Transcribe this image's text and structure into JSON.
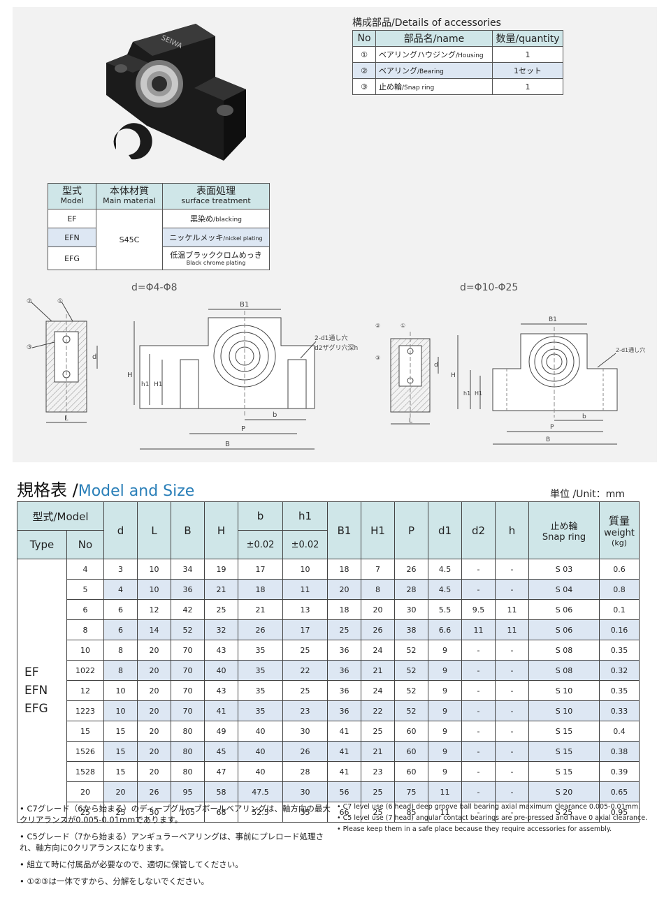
{
  "accessories": {
    "title": "構成部品/Details of accessories",
    "headers": [
      "No",
      "部品名/name",
      "数量/quantity"
    ],
    "rows": [
      {
        "no": "①",
        "name_jp": "ベアリングハウジング",
        "name_en": "/Housing",
        "qty": "1"
      },
      {
        "no": "②",
        "name_jp": "ベアリング",
        "name_en": "/Bearing",
        "qty": "1セット"
      },
      {
        "no": "③",
        "name_jp": "止め輪",
        "name_en": "/Snap ring",
        "qty": "1"
      }
    ]
  },
  "material": {
    "headers": [
      {
        "jp": "型式",
        "en": "Model"
      },
      {
        "jp": "本体材質",
        "en": "Main material"
      },
      {
        "jp": "表面処理",
        "en": "surface treatment"
      }
    ],
    "main_material": "S45C",
    "rows": [
      {
        "model": "EF",
        "treat_jp": "黒染め",
        "treat_en": "/blacking"
      },
      {
        "model": "EFN",
        "treat_jp": "ニッケルメッキ",
        "treat_en": "/nickel plating"
      },
      {
        "model": "EFG",
        "treat_jp": "低温ブラッククロムめっき",
        "treat_en": "Black chrome plating"
      }
    ]
  },
  "drawings": {
    "small_label": "d=Φ4-Φ8",
    "large_label": "d=Φ10-Φ25",
    "hole_note_1": "2-d1通し穴",
    "hole_note_2": "d2ザグリ穴深h",
    "hole_note_large": "2-d1通し穴",
    "dims": {
      "B1": "B1",
      "B": "B",
      "P": "P",
      "b": "b",
      "H": "H",
      "h1": "h1",
      "H1": "H1",
      "L": "L",
      "d": "d"
    },
    "markers": {
      "m1": "①",
      "m2": "②",
      "m3": "③"
    },
    "housing_text": "SEIWA"
  },
  "spec": {
    "title_jp": "規格表",
    "title_sep": " /",
    "title_en": "Model and Size",
    "unit": "単位 /Unit：mm",
    "h_model": "型式/Model",
    "h_type": "Type",
    "h_no": "No",
    "h_d": "d",
    "h_L": "L",
    "h_B": "B",
    "h_H": "H",
    "h_b": "b",
    "h_b_tol": "±0.02",
    "h_h1": "h1",
    "h_h1_tol": "±0.02",
    "h_B1": "B1",
    "h_H1": "H1",
    "h_P": "P",
    "h_d1": "d1",
    "h_d2": "d2",
    "h_h": "h",
    "h_snap_jp": "止め輪",
    "h_snap_en": "Snap ring",
    "h_weight_jp": "質量",
    "h_weight_en": "weight",
    "h_weight_unit": "(kg)",
    "types": [
      "EF",
      "EFN",
      "EFG"
    ],
    "rows": [
      [
        "4",
        "3",
        "10",
        "34",
        "19",
        "17",
        "10",
        "18",
        "7",
        "26",
        "4.5",
        "-",
        "-",
        "S 03",
        "0.6"
      ],
      [
        "5",
        "4",
        "10",
        "36",
        "21",
        "18",
        "11",
        "20",
        "8",
        "28",
        "4.5",
        "-",
        "-",
        "S 04",
        "0.8"
      ],
      [
        "6",
        "6",
        "12",
        "42",
        "25",
        "21",
        "13",
        "18",
        "20",
        "30",
        "5.5",
        "9.5",
        "11",
        "S 06",
        "0.1"
      ],
      [
        "8",
        "6",
        "14",
        "52",
        "32",
        "26",
        "17",
        "25",
        "26",
        "38",
        "6.6",
        "11",
        "11",
        "S 06",
        "0.16"
      ],
      [
        "10",
        "8",
        "20",
        "70",
        "43",
        "35",
        "25",
        "36",
        "24",
        "52",
        "9",
        "-",
        "-",
        "S 08",
        "0.35"
      ],
      [
        "1022",
        "8",
        "20",
        "70",
        "40",
        "35",
        "22",
        "36",
        "21",
        "52",
        "9",
        "-",
        "-",
        "S 08",
        "0.32"
      ],
      [
        "12",
        "10",
        "20",
        "70",
        "43",
        "35",
        "25",
        "36",
        "24",
        "52",
        "9",
        "-",
        "-",
        "S 10",
        "0.35"
      ],
      [
        "1223",
        "10",
        "20",
        "70",
        "41",
        "35",
        "23",
        "36",
        "22",
        "52",
        "9",
        "-",
        "-",
        "S 10",
        "0.33"
      ],
      [
        "15",
        "15",
        "20",
        "80",
        "49",
        "40",
        "30",
        "41",
        "25",
        "60",
        "9",
        "-",
        "-",
        "S 15",
        "0.4"
      ],
      [
        "1526",
        "15",
        "20",
        "80",
        "45",
        "40",
        "26",
        "41",
        "21",
        "60",
        "9",
        "-",
        "-",
        "S 15",
        "0.38"
      ],
      [
        "1528",
        "15",
        "20",
        "80",
        "47",
        "40",
        "28",
        "41",
        "23",
        "60",
        "9",
        "-",
        "-",
        "S 15",
        "0.39"
      ],
      [
        "20",
        "20",
        "26",
        "95",
        "58",
        "47.5",
        "30",
        "56",
        "25",
        "75",
        "11",
        "-",
        "-",
        "S 20",
        "0.65"
      ],
      [
        "25",
        "25",
        "30",
        "105",
        "68",
        "52.5",
        "35",
        "66",
        "25",
        "85",
        "11",
        "-",
        "-",
        "S 25",
        "0.95"
      ]
    ]
  },
  "notes_jp": [
    "• C7グレード（6から始まる）のディープグルーブボールベアリングは、軸方向の最大クリアランスが0.005-0.01mmであります。",
    "• C5グレード（7から始まる）アンギュラーベアリングは、事前にプレロード処理され、軸方向に0クリアランスになります。",
    "• 組立て時に付属品が必要なので、適切に保管してください。",
    "• ①②③は一体ですから、分解をしないでください。"
  ],
  "notes_en": [
    "• C7 level use (6 head) deep groove ball bearing axial maximum clearance 0.005-0.01mm.",
    "• C5 level use (7 head) angular contact bearings are pre-pressed and have 0 axial clearance.",
    "• Please keep them in a safe place because they require accessories for assembly."
  ]
}
